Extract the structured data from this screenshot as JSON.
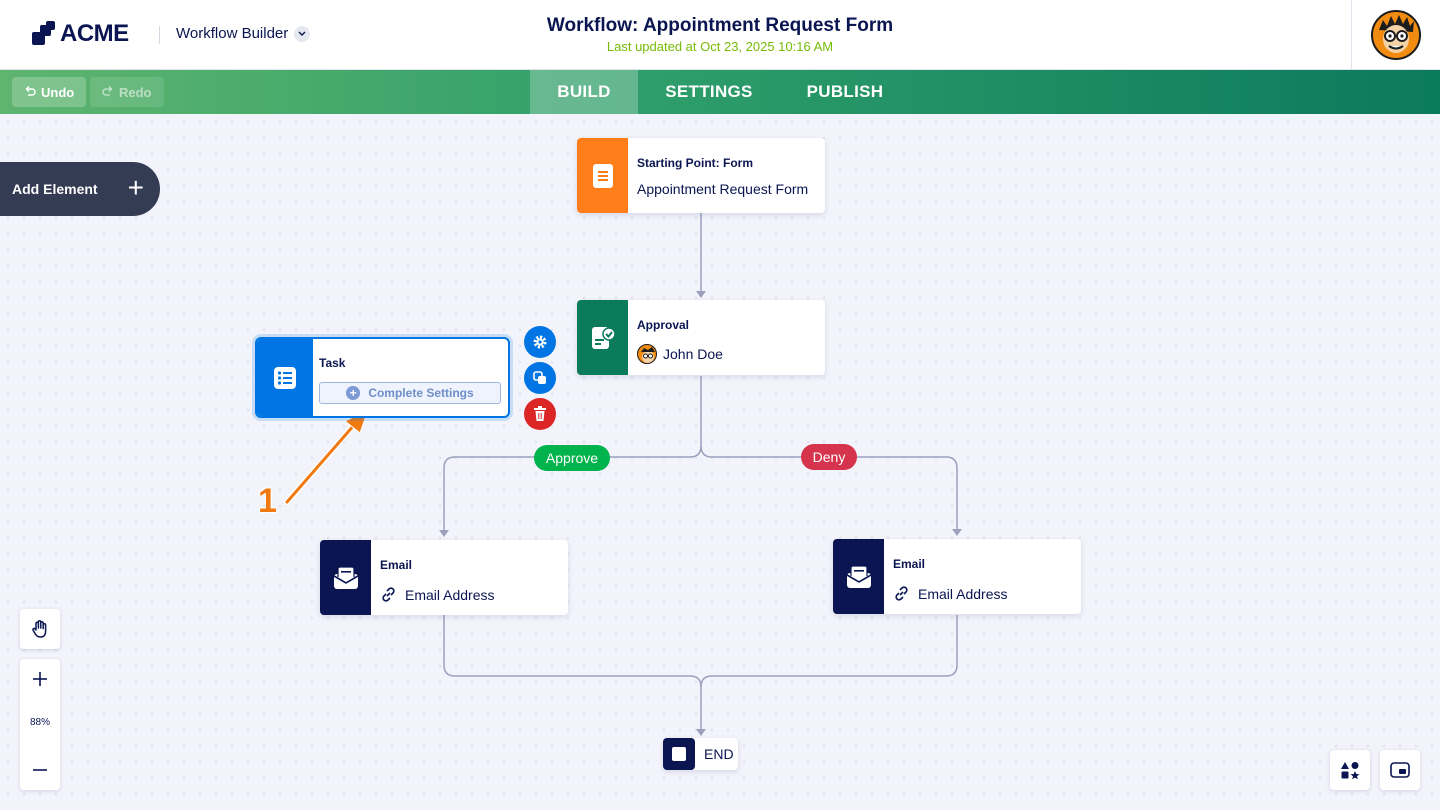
{
  "header": {
    "logo_text": "ACME",
    "product_name": "Workflow Builder",
    "workflow_title": "Workflow: Appointment Request Form",
    "last_updated": "Last updated at Oct 23, 2025 10:16 AM"
  },
  "toolbar": {
    "undo_label": "Undo",
    "redo_label": "Redo",
    "tabs": [
      {
        "label": "BUILD",
        "active": true
      },
      {
        "label": "SETTINGS",
        "active": false
      },
      {
        "label": "PUBLISH",
        "active": false
      }
    ]
  },
  "canvas": {
    "add_element_label": "Add Element",
    "nodes": {
      "start": {
        "type_label": "Starting Point: Form",
        "value": "Appointment Request Form",
        "color": "#ff7e1a"
      },
      "approval": {
        "type_label": "Approval",
        "value": "John Doe",
        "color": "#0b7b5c"
      },
      "task": {
        "type_label": "Task",
        "button_label": "Complete Settings",
        "color": "#0075e3"
      },
      "email_left": {
        "type_label": "Email",
        "value": "Email Address",
        "color": "#0a1551"
      },
      "email_right": {
        "type_label": "Email",
        "value": "Email Address",
        "color": "#0a1551"
      },
      "end": {
        "label": "END"
      }
    },
    "branches": {
      "approve_label": "Approve",
      "deny_label": "Deny",
      "approve_color": "#00b34c",
      "deny_color": "#d6344d"
    },
    "annotation_number": "1",
    "zoom_level": "88%"
  },
  "icons": {
    "undo": "undo-icon",
    "redo": "redo-icon",
    "form": "form-document-icon",
    "approval": "approval-check-icon",
    "task": "task-list-icon",
    "email": "envelope-icon",
    "link": "link-icon",
    "gear": "gear-icon",
    "copy": "duplicate-icon",
    "trash": "trash-icon",
    "hand": "hand-pan-icon",
    "elements": "shapes-icon",
    "minimap": "minimap-icon"
  }
}
